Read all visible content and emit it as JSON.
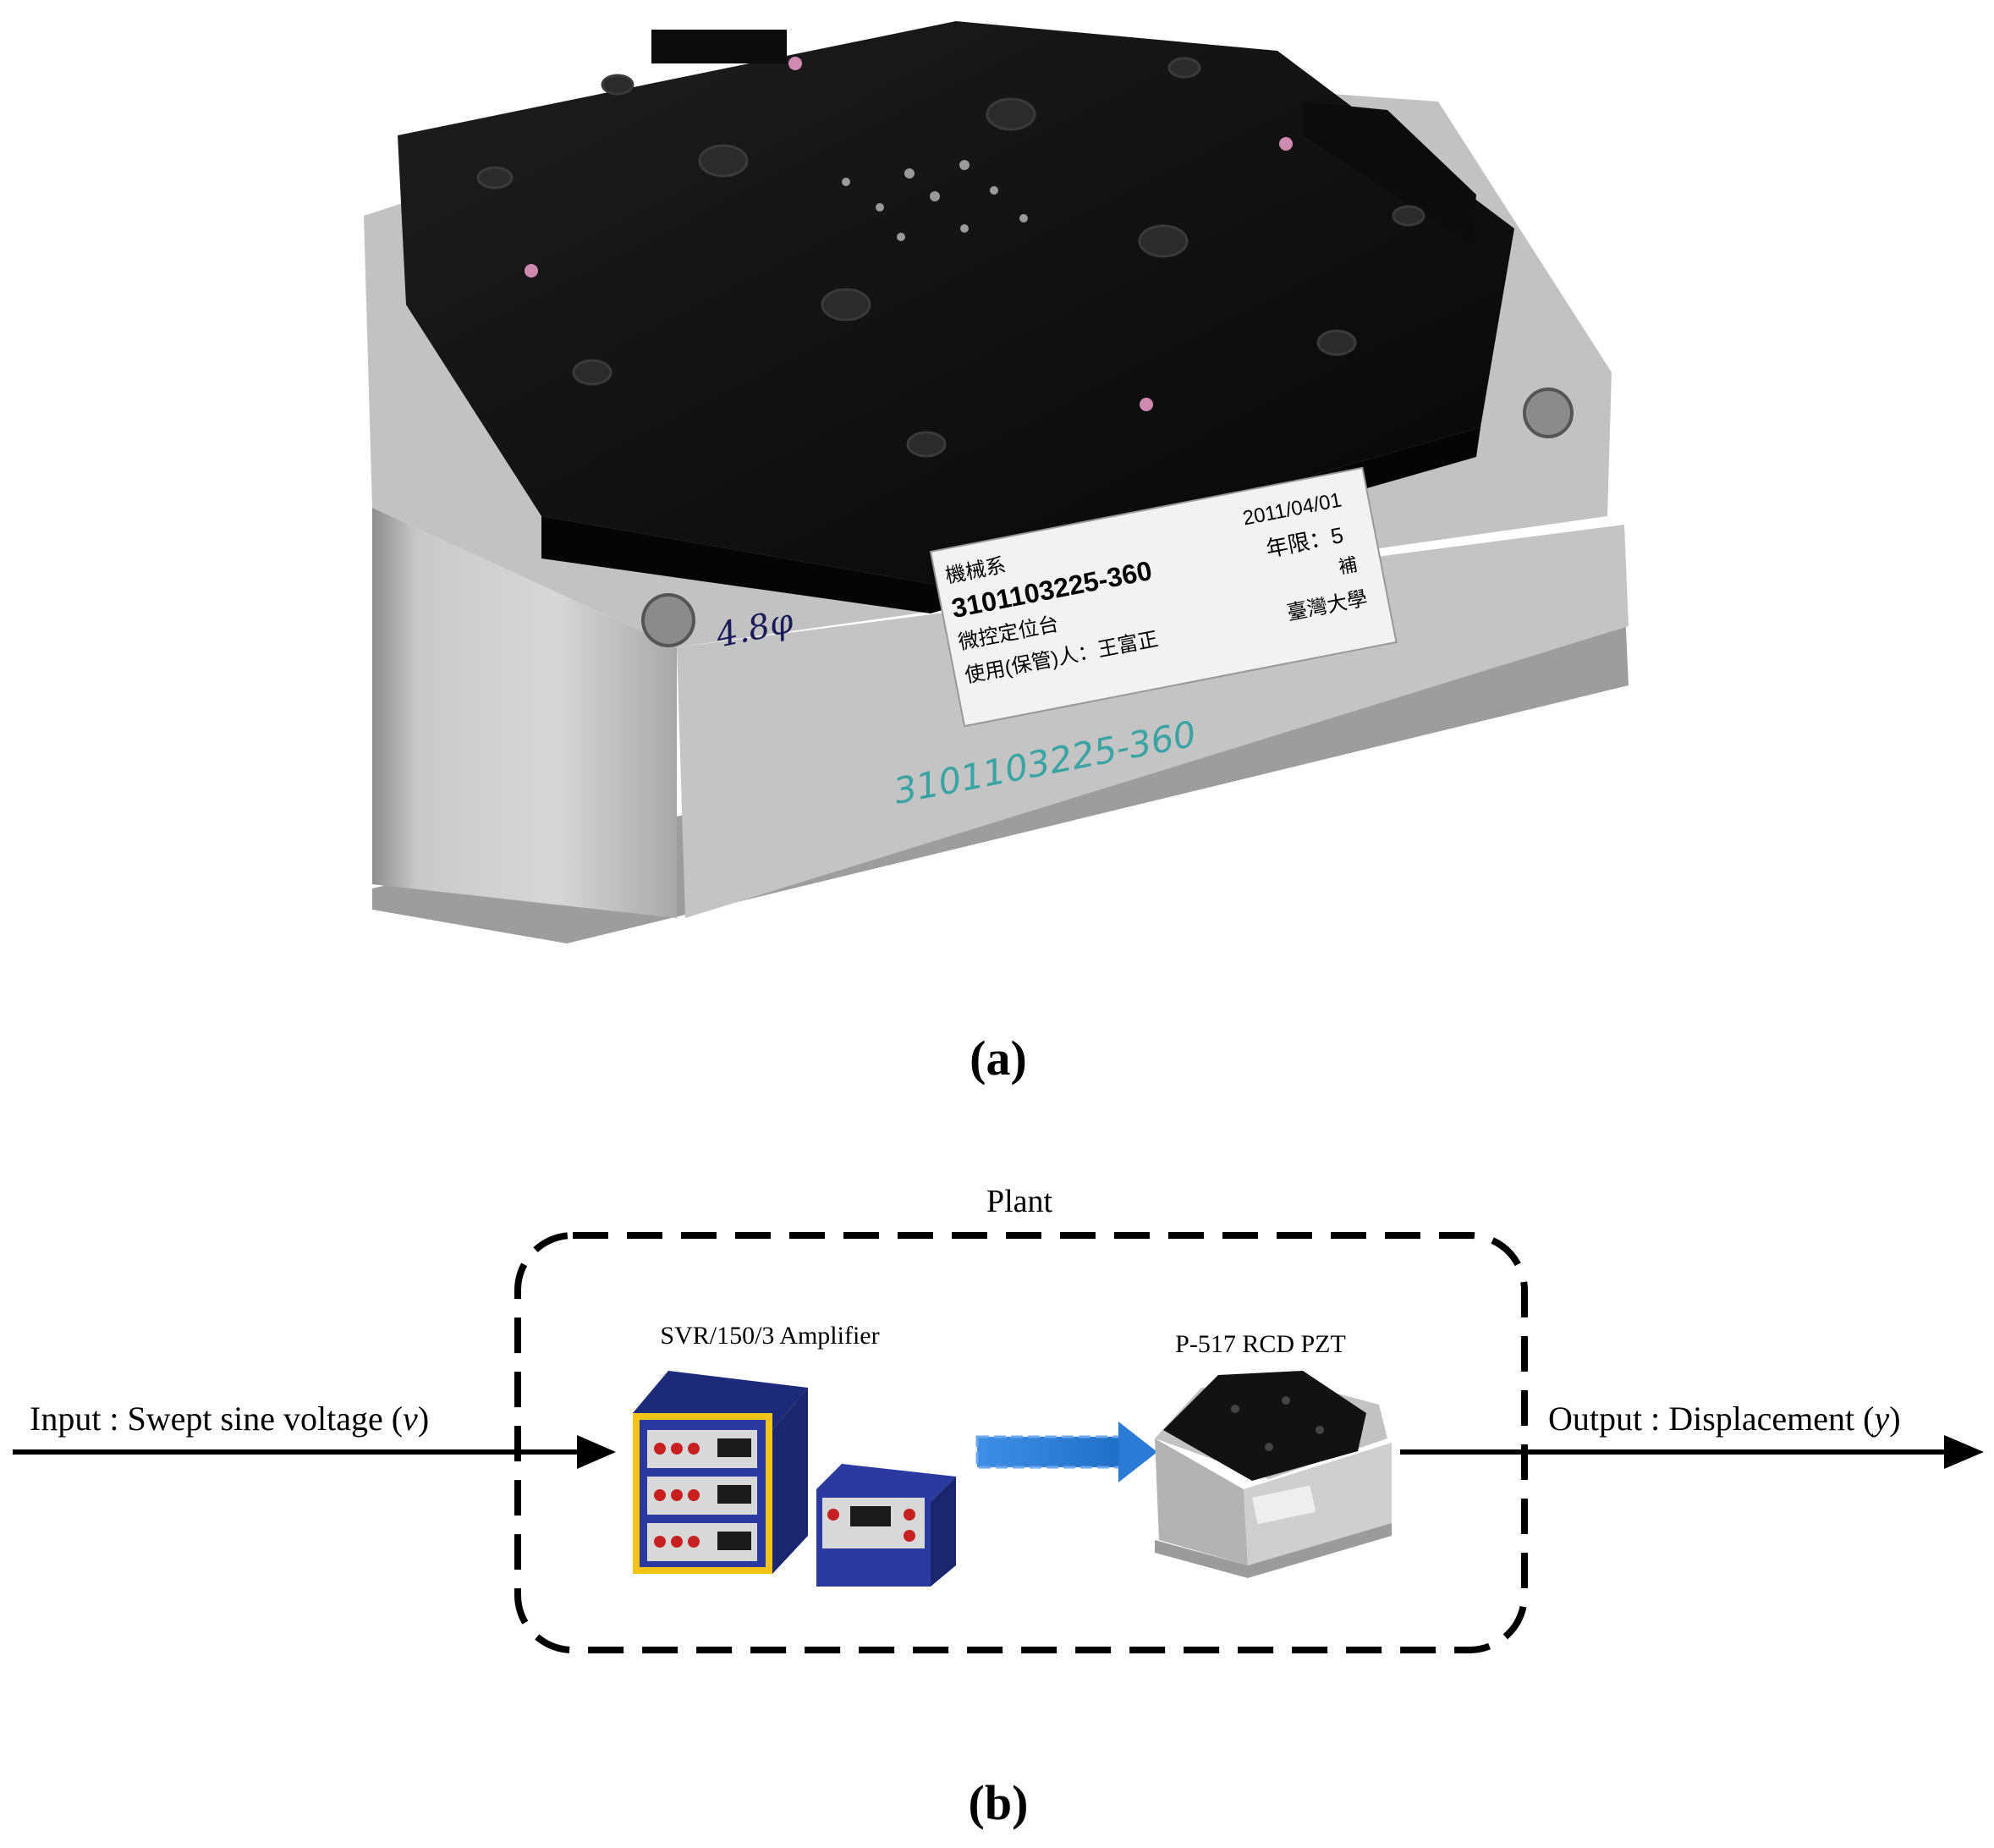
{
  "figure": {
    "panel_a": {
      "caption_letter": "a",
      "sticker": {
        "dept": "機械系",
        "asset_no": "3101103225-360",
        "item": "微控定位台",
        "user": "使用(保管)人：王富正",
        "date": "2011/04/01",
        "life": "年限：5",
        "status": "補",
        "school": "臺灣大學"
      },
      "handwriting": [
        "4.8φ",
        "3101103225-360"
      ]
    },
    "panel_b": {
      "caption_letter": "b",
      "plant_label": "Plant",
      "input_label": "Input : Swept sine voltage (",
      "input_var": "v",
      "output_label": "Output : Displacement (",
      "output_var": "y",
      "close_paren": ")",
      "amplifier_label": "SVR/150/3 Amplifier",
      "pzt_label": "P-517 RCD PZT"
    }
  },
  "colors": {
    "stage_top": "#111111",
    "stage_body": "#b8b8b8",
    "amp_blue": "#24349a",
    "amp_yellow": "#f2c318",
    "flow_arrow": "#2f7fd8"
  }
}
